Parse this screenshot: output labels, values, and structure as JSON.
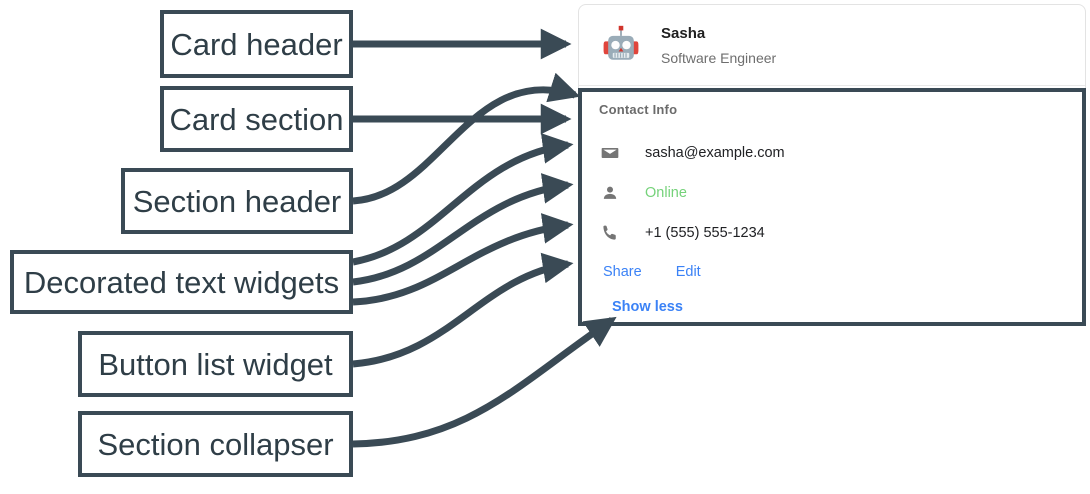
{
  "annotations": {
    "boxes": [
      {
        "id": "card-header",
        "label": "Card header"
      },
      {
        "id": "card-section",
        "label": "Card section"
      },
      {
        "id": "section-header",
        "label": "Section header"
      },
      {
        "id": "decorated",
        "label": "Decorated text widgets"
      },
      {
        "id": "button-list",
        "label": "Button list widget"
      },
      {
        "id": "collapser",
        "label": "Section collapser"
      }
    ],
    "arrow_color": "#3a4a55",
    "box_border_color": "#3a4a55",
    "box_text_color": "#2f3e47"
  },
  "card": {
    "header": {
      "avatar_icon": "robot-avatar-icon",
      "title": "Sasha",
      "subtitle": "Software Engineer"
    },
    "section": {
      "header": "Contact Info",
      "rows": [
        {
          "icon": "email-icon",
          "text": "sasha@example.com",
          "state": "normal"
        },
        {
          "icon": "person-icon",
          "text": "Online",
          "state": "online"
        },
        {
          "icon": "phone-icon",
          "text": "+1 (555) 555-1234",
          "state": "normal"
        }
      ],
      "buttons": [
        {
          "label": "Share"
        },
        {
          "label": "Edit"
        }
      ],
      "collapser": {
        "label": "Show less"
      }
    }
  },
  "colors": {
    "link_blue": "#3b82f6",
    "online_green": "#75d27a",
    "slate": "#3a4a55",
    "muted_gray": "#6e6e6e"
  }
}
